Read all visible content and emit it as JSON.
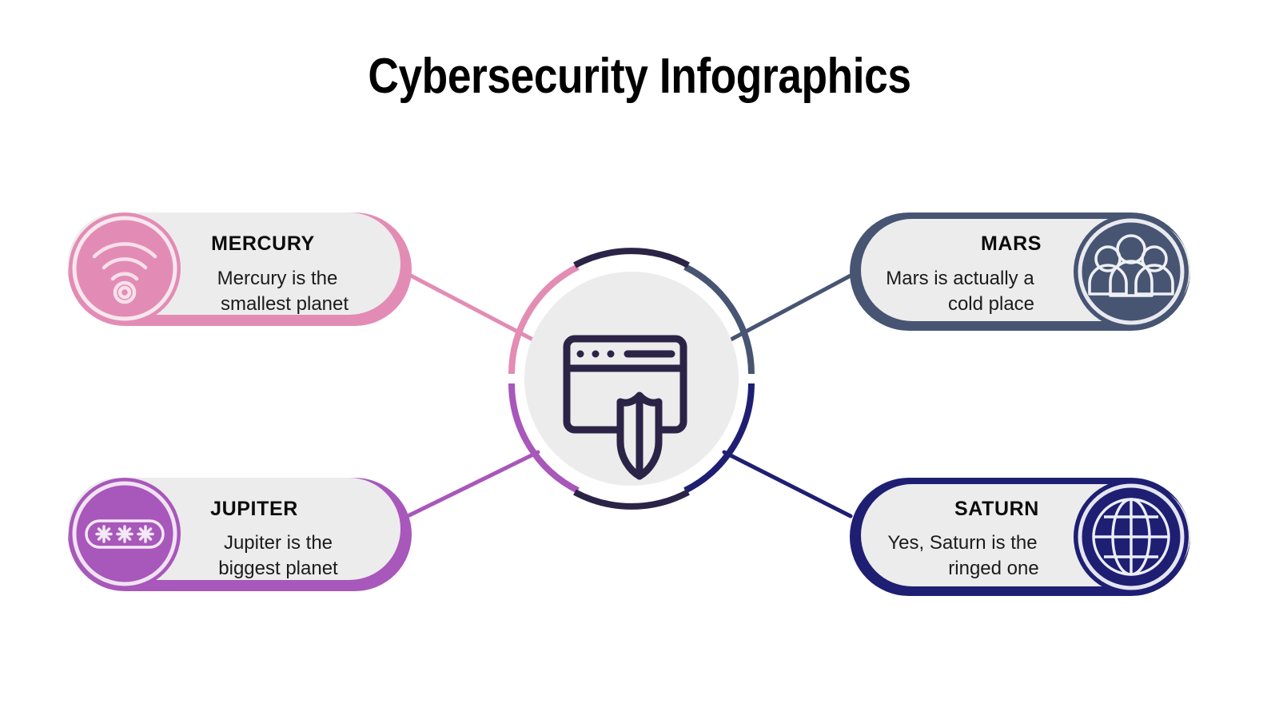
{
  "page": {
    "title": "Cybersecurity Infographics",
    "background": "#ffffff"
  },
  "center": {
    "icon": "browser-shield-icon",
    "fill": "#ececec",
    "stroke": "#2b2447",
    "ring_segments": [
      {
        "name": "mercury-arc",
        "color": "#e38cb4"
      },
      {
        "name": "jupiter-arc",
        "color": "#a857bb"
      },
      {
        "name": "mars-arc",
        "color": "#475573"
      },
      {
        "name": "saturn-arc",
        "color": "#1e1f73"
      },
      {
        "name": "top-cap-arc",
        "color": "#2b2447"
      },
      {
        "name": "bottom-cap-arc",
        "color": "#2b2447"
      }
    ]
  },
  "cards": [
    {
      "id": "mercury",
      "heading": "MERCURY",
      "body_line1": "Mercury is the",
      "body_line2": "smallest planet",
      "icon": "wifi-icon",
      "side": "left",
      "accent": "#e28cb5",
      "panel": "#ececec",
      "connector_color": "#e28cb5"
    },
    {
      "id": "mars",
      "heading": "MARS",
      "body_line1": "Mars is actually a",
      "body_line2": "cold place",
      "icon": "users-group-icon",
      "side": "right",
      "accent": "#475573",
      "panel": "#ececec",
      "connector_color": "#475573"
    },
    {
      "id": "jupiter",
      "heading": "JUPITER",
      "body_line1": "Jupiter is  the",
      "body_line2": "biggest planet",
      "icon": "password-field-icon",
      "side": "left",
      "accent": "#a857bb",
      "panel": "#ececec",
      "connector_color": "#a857bb"
    },
    {
      "id": "saturn",
      "heading": "SATURN",
      "body_line1": "Yes, Saturn is the",
      "body_line2": "ringed one",
      "icon": "globe-icon",
      "side": "right",
      "accent": "#1e1f73",
      "panel": "#ececec",
      "connector_color": "#1e1f73"
    }
  ]
}
